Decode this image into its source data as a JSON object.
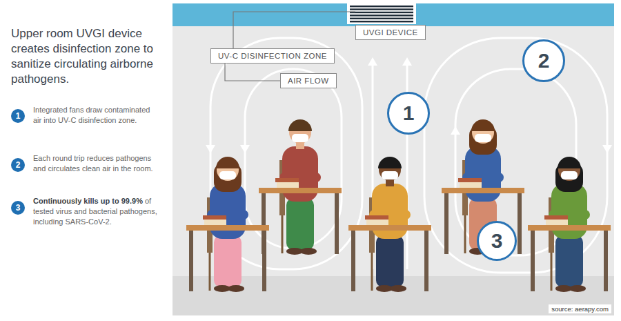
{
  "diagram": {
    "title": "Upper room UVGI device creates disinfection zone to sanitize circulating airborne pathogens.",
    "nodes": [
      {
        "text": [
          "1"
        ]
      },
      {
        "text": [
          "2"
        ]
      },
      {
        "text": [
          "3"
        ]
      },
      {
        "text": [
          "UVGI DEVICE"
        ]
      },
      {
        "text": [
          "UV-C DISINFECTION ZONE"
        ]
      },
      {
        "text": [
          "AIR FLOW"
        ]
      },
      {
        "text": [
          "1"
        ]
      },
      {
        "text": [
          "2"
        ]
      },
      {
        "text": [
          "3"
        ]
      }
    ],
    "labels": [
      "Integrated fans draw contaminated air into UV-C disinfection zone.",
      "Each round trip reduces pathogens and circulates clean air in the room.",
      "Continuously kills up to 99.9%",
      "of tested virus and bacterial pathogens, including SARS-CoV-2.",
      "source: aerapy.com"
    ]
  }
}
